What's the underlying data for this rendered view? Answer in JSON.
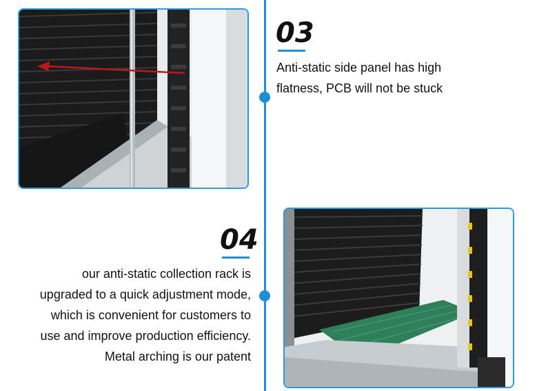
{
  "steps": [
    {
      "number": "03",
      "lines": [
        "Anti-static side panel has high",
        "flatness, PCB will not be stuck"
      ]
    },
    {
      "number": "04",
      "lines": [
        "our anti-static collection rack is",
        "upgraded to a quick adjustment mode,",
        "which is convenient for customers to",
        "use and improve production efficiency.",
        "Metal arching is our patent"
      ]
    }
  ],
  "colors": {
    "accent": "#1e8fd6",
    "text": "#111111",
    "arrow": "#c0181c",
    "pcb": "#2f7f5a"
  }
}
